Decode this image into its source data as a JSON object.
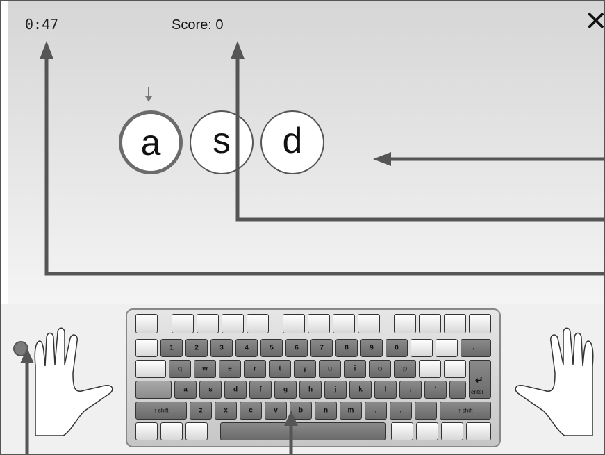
{
  "hud": {
    "timer": "0:47",
    "score": "Score: 0"
  },
  "close": {
    "label": "✕"
  },
  "letters": [
    {
      "char": "a",
      "active": true
    },
    {
      "char": "s",
      "active": false
    },
    {
      "char": "d",
      "active": false
    }
  ],
  "keyboard": {
    "number_row": [
      "1",
      "2",
      "3",
      "4",
      "5",
      "6",
      "7",
      "8",
      "9",
      "0"
    ],
    "top_row": [
      "q",
      "w",
      "e",
      "r",
      "t",
      "y",
      "u",
      "i",
      "o",
      "p"
    ],
    "home_row": [
      "a",
      "s",
      "d",
      "f",
      "g",
      "h",
      "j",
      "k",
      "l",
      ";",
      "'"
    ],
    "bottom_row": [
      "z",
      "x",
      "c",
      "v",
      "b",
      "n",
      "m",
      ",",
      "."
    ],
    "enter_label": "enter",
    "shift_label": "↑ shift",
    "backspace_label": "←"
  },
  "colors": {
    "arrow": "#555555",
    "key_dark": "#7a7a7a",
    "key_light": "#ffffff"
  }
}
